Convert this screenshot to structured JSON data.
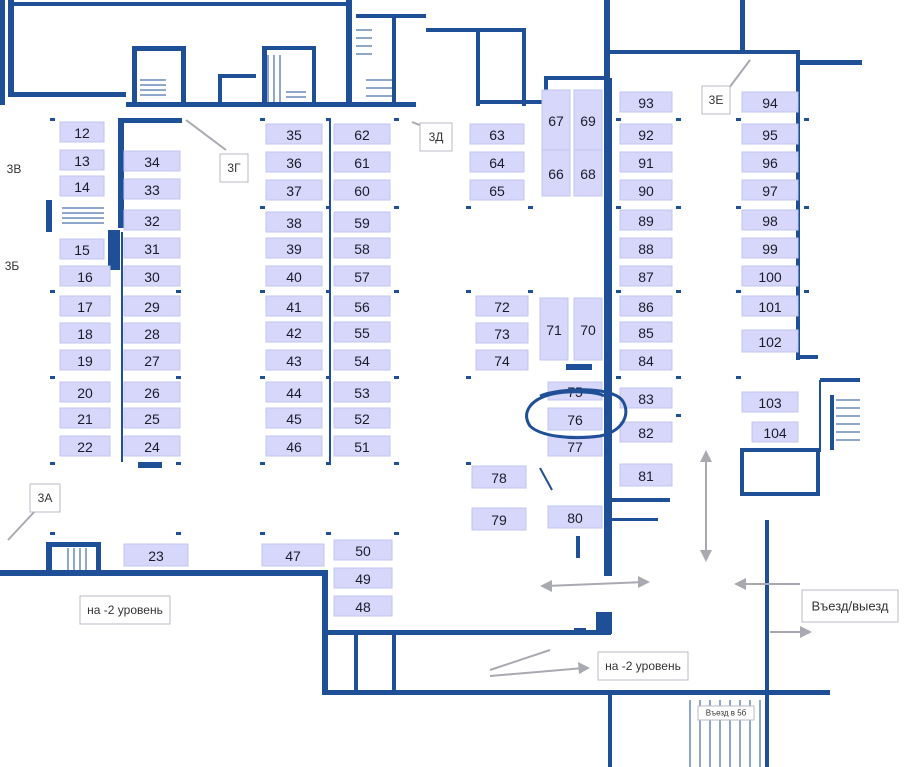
{
  "spots": [
    {
      "id": "12"
    },
    {
      "id": "13"
    },
    {
      "id": "14"
    },
    {
      "id": "15"
    },
    {
      "id": "16"
    },
    {
      "id": "17"
    },
    {
      "id": "18"
    },
    {
      "id": "19"
    },
    {
      "id": "20"
    },
    {
      "id": "21"
    },
    {
      "id": "22"
    },
    {
      "id": "23"
    },
    {
      "id": "24"
    },
    {
      "id": "25"
    },
    {
      "id": "26"
    },
    {
      "id": "27"
    },
    {
      "id": "28"
    },
    {
      "id": "29"
    },
    {
      "id": "30"
    },
    {
      "id": "31"
    },
    {
      "id": "32"
    },
    {
      "id": "33"
    },
    {
      "id": "34"
    },
    {
      "id": "35"
    },
    {
      "id": "36"
    },
    {
      "id": "37"
    },
    {
      "id": "38"
    },
    {
      "id": "39"
    },
    {
      "id": "40"
    },
    {
      "id": "41"
    },
    {
      "id": "42"
    },
    {
      "id": "43"
    },
    {
      "id": "44"
    },
    {
      "id": "45"
    },
    {
      "id": "46"
    },
    {
      "id": "47"
    },
    {
      "id": "48"
    },
    {
      "id": "49"
    },
    {
      "id": "50"
    },
    {
      "id": "51"
    },
    {
      "id": "52"
    },
    {
      "id": "53"
    },
    {
      "id": "54"
    },
    {
      "id": "55"
    },
    {
      "id": "56"
    },
    {
      "id": "57"
    },
    {
      "id": "58"
    },
    {
      "id": "59"
    },
    {
      "id": "60"
    },
    {
      "id": "61"
    },
    {
      "id": "62"
    },
    {
      "id": "63"
    },
    {
      "id": "64"
    },
    {
      "id": "65"
    },
    {
      "id": "66"
    },
    {
      "id": "67"
    },
    {
      "id": "68"
    },
    {
      "id": "69"
    },
    {
      "id": "70"
    },
    {
      "id": "71"
    },
    {
      "id": "72"
    },
    {
      "id": "73"
    },
    {
      "id": "74"
    },
    {
      "id": "75"
    },
    {
      "id": "76",
      "highlighted": true
    },
    {
      "id": "77"
    },
    {
      "id": "78"
    },
    {
      "id": "79"
    },
    {
      "id": "80"
    },
    {
      "id": "81"
    },
    {
      "id": "82"
    },
    {
      "id": "83"
    },
    {
      "id": "84"
    },
    {
      "id": "85"
    },
    {
      "id": "86"
    },
    {
      "id": "87"
    },
    {
      "id": "88"
    },
    {
      "id": "89"
    },
    {
      "id": "90"
    },
    {
      "id": "91"
    },
    {
      "id": "92"
    },
    {
      "id": "93"
    },
    {
      "id": "94"
    },
    {
      "id": "95"
    },
    {
      "id": "96"
    },
    {
      "id": "97"
    },
    {
      "id": "98"
    },
    {
      "id": "99"
    },
    {
      "id": "100"
    },
    {
      "id": "101"
    },
    {
      "id": "102"
    },
    {
      "id": "103"
    },
    {
      "id": "104"
    }
  ],
  "stair_labels": {
    "3A": "3А",
    "3B": "3Б",
    "3V": "3В",
    "3G": "3Г",
    "3D": "3Д",
    "3E": "3Е"
  },
  "labels": {
    "level_down_left": "на -2 уровень",
    "level_down_right": "на -2 уровень",
    "entry_exit": "Въезд/выезд",
    "entry_sign": "Въезд в 5б"
  },
  "colors": {
    "wall": "#1f4f97",
    "spot_fill": "#d6d7fb",
    "highlight": "#1f4f97"
  }
}
